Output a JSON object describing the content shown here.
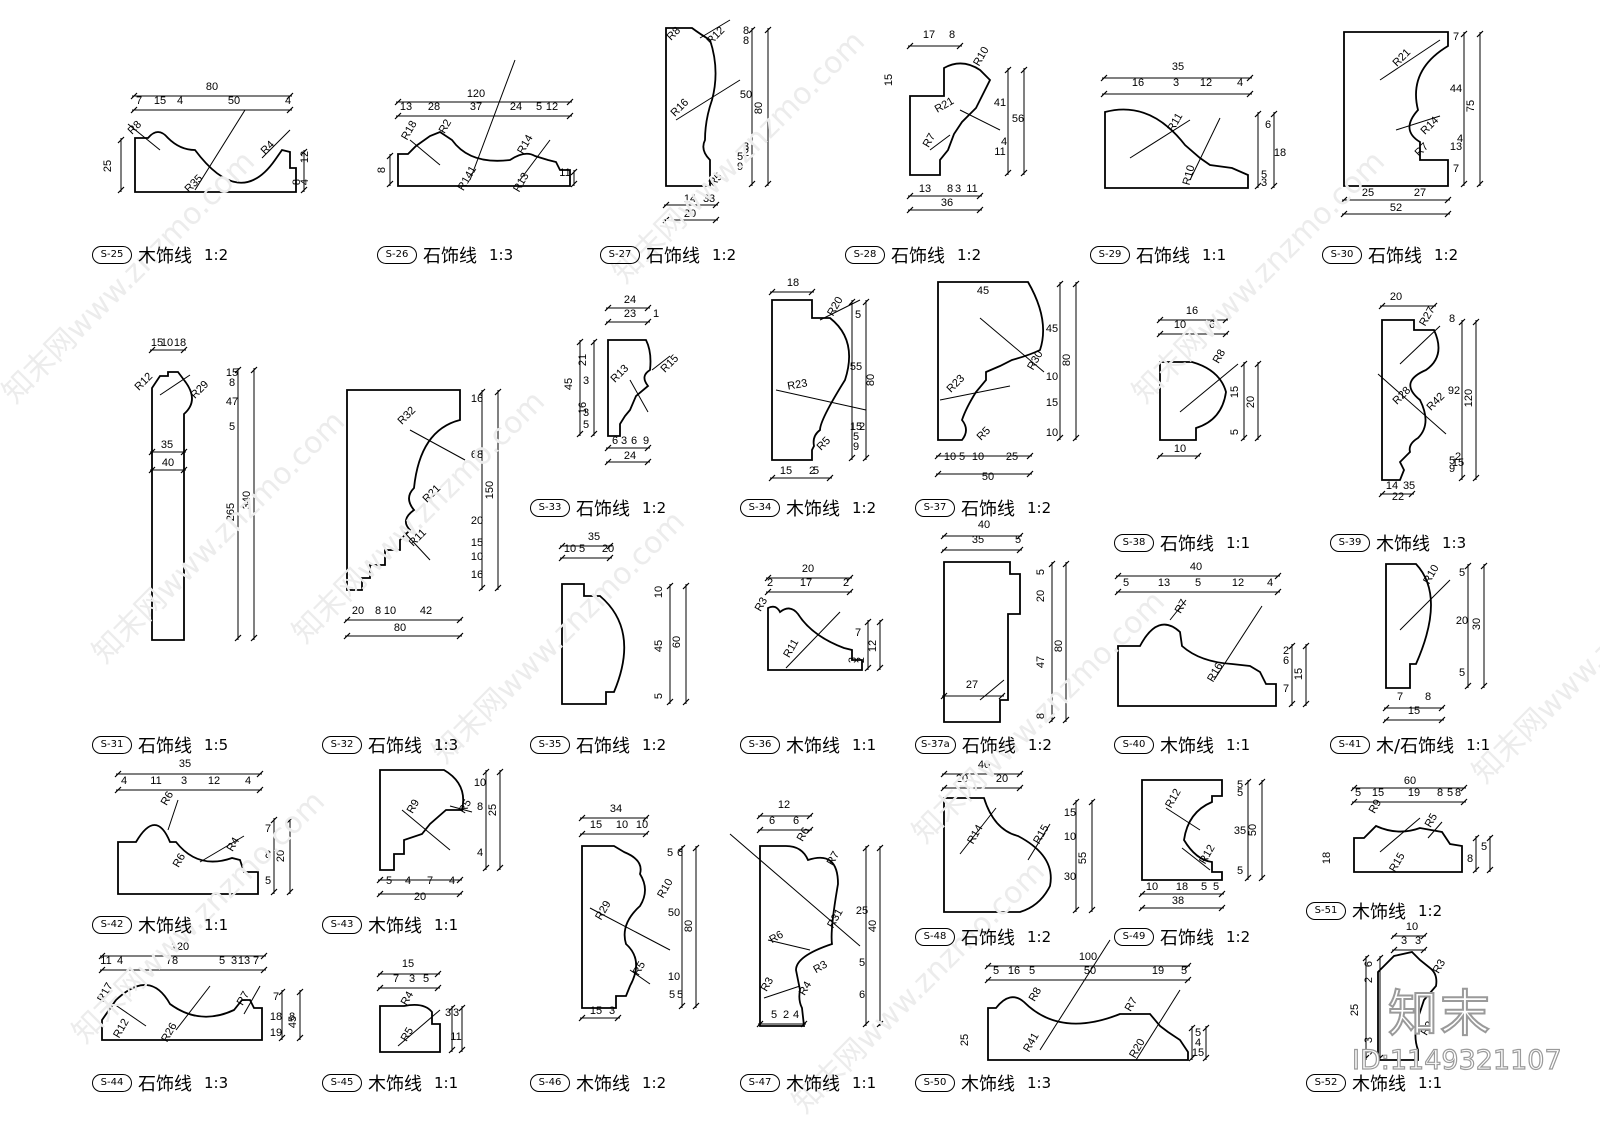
{
  "colors": {
    "line": "#000000",
    "watermark": "#e6e6e6",
    "background": "#ffffff"
  },
  "watermark": {
    "site_text": "知末网www.znzmo.com",
    "brand": "知末",
    "id_text": "ID:1149321107"
  },
  "details": [
    {
      "key": "s25",
      "code": "S-25",
      "title": "木饰线",
      "scale": "1:2",
      "dims": [
        "80",
        "7",
        "15",
        "4",
        "50",
        "4",
        "25",
        "12",
        "8",
        "4"
      ],
      "radii": [
        "R8",
        "R35",
        "R4"
      ]
    },
    {
      "key": "s26",
      "code": "S-26",
      "title": "石饰线",
      "scale": "1:3",
      "dims": [
        "120",
        "13",
        "28",
        "37",
        "24",
        "5",
        "12",
        "8",
        "11"
      ],
      "radii": [
        "R18",
        "R2",
        "R141",
        "R14",
        "R13"
      ]
    },
    {
      "key": "s27",
      "code": "S-27",
      "title": "石饰线",
      "scale": "1:2",
      "dims": [
        "8",
        "8",
        "50",
        "80",
        "5",
        "9",
        "3",
        "2",
        "14",
        "3",
        "3",
        "20"
      ],
      "radii": [
        "R8",
        "R12",
        "R16",
        "R5"
      ]
    },
    {
      "key": "s28",
      "code": "S-28",
      "title": "石饰线",
      "scale": "1:2",
      "dims": [
        "17",
        "8",
        "15",
        "41",
        "56",
        "11",
        "4",
        "13",
        "8",
        "3",
        "11",
        "36"
      ],
      "radii": [
        "R10",
        "R21",
        "R7"
      ]
    },
    {
      "key": "s29",
      "code": "S-29",
      "title": "石饰线",
      "scale": "1:1",
      "dims": [
        "35",
        "16",
        "3",
        "12",
        "4",
        "6",
        "18",
        "5",
        "3"
      ],
      "radii": [
        "R11",
        "R10"
      ]
    },
    {
      "key": "s30",
      "code": "S-30",
      "title": "石饰线",
      "scale": "1:2",
      "dims": [
        "7",
        "44",
        "75",
        "13",
        "4",
        "7",
        "25",
        "27",
        "52"
      ],
      "radii": [
        "R21",
        "R14",
        "R7"
      ]
    },
    {
      "key": "s31",
      "code": "S-31",
      "title": "石饰线",
      "scale": "1:5",
      "dims": [
        "15",
        "10",
        "18",
        "15",
        "8",
        "47",
        "5",
        "35",
        "40",
        "265",
        "340"
      ],
      "radii": [
        "R12",
        "R29"
      ]
    },
    {
      "key": "s32",
      "code": "S-32",
      "title": "石饰线",
      "scale": "1:3",
      "dims": [
        "16",
        "68",
        "150",
        "20",
        "15",
        "10",
        "16",
        "20",
        "8",
        "10",
        "42",
        "80"
      ],
      "radii": [
        "R32",
        "R21",
        "R11"
      ]
    },
    {
      "key": "s33",
      "code": "S-33",
      "title": "石饰线",
      "scale": "1:2",
      "dims": [
        "24",
        "23",
        "1",
        "45",
        "21",
        "3",
        "16",
        "3",
        "5",
        "6",
        "3",
        "6",
        "9",
        "24"
      ],
      "radii": [
        "R13",
        "R15"
      ]
    },
    {
      "key": "s34",
      "code": "S-34",
      "title": "木饰线",
      "scale": "1:2",
      "dims": [
        "18",
        "5",
        "55",
        "80",
        "15",
        "5",
        "9",
        "2",
        "15",
        "2",
        "5"
      ],
      "radii": [
        "R20",
        "R23",
        "R5"
      ]
    },
    {
      "key": "s35",
      "code": "S-35",
      "title": "石饰线",
      "scale": "1:2",
      "dims": [
        "35",
        "10",
        "5",
        "20",
        "10",
        "45",
        "60",
        "5"
      ],
      "radii": []
    },
    {
      "key": "s36",
      "code": "S-36",
      "title": "木饰线",
      "scale": "1:1",
      "dims": [
        "20",
        "2",
        "17",
        "2",
        "7",
        "12",
        "3",
        "2"
      ],
      "radii": [
        "R3",
        "R11"
      ]
    },
    {
      "key": "s37",
      "code": "S-37",
      "title": "石饰线",
      "scale": "1:2",
      "dims": [
        "45",
        "45",
        "80",
        "10",
        "15",
        "10",
        "10",
        "5",
        "10",
        "25",
        "50"
      ],
      "radii": [
        "R30",
        "R23",
        "R5"
      ]
    },
    {
      "key": "s37a",
      "code": "S-37a",
      "title": "石饰线",
      "scale": "1:2",
      "dims": [
        "40",
        "35",
        "5",
        "5",
        "20",
        "80",
        "47",
        "8",
        "27"
      ],
      "radii": []
    },
    {
      "key": "s38",
      "code": "S-38",
      "title": "石饰线",
      "scale": "1:1",
      "dims": [
        "16",
        "10",
        "6",
        "15",
        "20",
        "5",
        "10"
      ],
      "radii": [
        "R8"
      ]
    },
    {
      "key": "s39",
      "code": "S-39",
      "title": "木饰线",
      "scale": "1:3",
      "dims": [
        "20",
        "8",
        "92",
        "120",
        "5",
        "9",
        "15",
        "2",
        "14",
        "3",
        "5",
        "22"
      ],
      "radii": [
        "R27",
        "R28",
        "R42"
      ]
    },
    {
      "key": "s40",
      "code": "S-40",
      "title": "木饰线",
      "scale": "1:1",
      "dims": [
        "40",
        "5",
        "13",
        "5",
        "12",
        "4",
        "2",
        "6",
        "15",
        "7"
      ],
      "radii": [
        "R7",
        "R16"
      ]
    },
    {
      "key": "s41",
      "code": "S-41",
      "title": "木/石饰线",
      "scale": "1:1",
      "dims": [
        "5",
        "20",
        "30",
        "5",
        "7",
        "8",
        "15"
      ],
      "radii": [
        "R10"
      ]
    },
    {
      "key": "s42",
      "code": "S-42",
      "title": "木饰线",
      "scale": "1:1",
      "dims": [
        "35",
        "4",
        "11",
        "3",
        "12",
        "4",
        "7",
        "8",
        "20",
        "5"
      ],
      "radii": [
        "R6",
        "R6",
        "R4"
      ]
    },
    {
      "key": "s43",
      "code": "S-43",
      "title": "木饰线",
      "scale": "1:1",
      "dims": [
        "10",
        "8",
        "25",
        "4",
        "5",
        "4",
        "7",
        "4",
        "20"
      ],
      "radii": [
        "R9",
        "R5"
      ]
    },
    {
      "key": "s44",
      "code": "S-44",
      "title": "石饰线",
      "scale": "1:3",
      "dims": [
        "120",
        "11",
        "4",
        "78",
        "5",
        "3",
        "13",
        "7",
        "7",
        "18",
        "19",
        "8",
        "45"
      ],
      "radii": [
        "R17",
        "R12",
        "R26",
        "R7"
      ]
    },
    {
      "key": "s45",
      "code": "S-45",
      "title": "木饰线",
      "scale": "1:1",
      "dims": [
        "15",
        "7",
        "3",
        "5",
        "3",
        "3",
        "11"
      ],
      "radii": [
        "R4",
        "R5"
      ]
    },
    {
      "key": "s46",
      "code": "S-46",
      "title": "木饰线",
      "scale": "1:2",
      "dims": [
        "34",
        "15",
        "10",
        "10",
        "5",
        "6",
        "50",
        "80",
        "10",
        "5",
        "5",
        "15",
        "3"
      ],
      "radii": [
        "R10",
        "R29",
        "R5"
      ]
    },
    {
      "key": "s47",
      "code": "S-47",
      "title": "木饰线",
      "scale": "1:1",
      "dims": [
        "12",
        "6",
        "6",
        "25",
        "40",
        "5",
        "6",
        "5",
        "2",
        "4"
      ],
      "radii": [
        "R6",
        "R7",
        "R31",
        "R6",
        "R3",
        "R3",
        "R4"
      ]
    },
    {
      "key": "s48",
      "code": "S-48",
      "title": "石饰线",
      "scale": "1:2",
      "dims": [
        "40",
        "20",
        "20",
        "15",
        "10",
        "55",
        "30"
      ],
      "radii": [
        "R14",
        "R15"
      ]
    },
    {
      "key": "s49",
      "code": "S-49",
      "title": "石饰线",
      "scale": "1:2",
      "dims": [
        "5",
        "5",
        "35",
        "50",
        "5",
        "10",
        "18",
        "5",
        "5",
        "38"
      ],
      "radii": [
        "R12",
        "R12"
      ]
    },
    {
      "key": "s50",
      "code": "S-50",
      "title": "木饰线",
      "scale": "1:3",
      "dims": [
        "100",
        "5",
        "16",
        "5",
        "50",
        "19",
        "5",
        "25",
        "5",
        "4",
        "15"
      ],
      "radii": [
        "R8",
        "R41",
        "R7",
        "R20"
      ]
    },
    {
      "key": "s51",
      "code": "S-51",
      "title": "木饰线",
      "scale": "1:2",
      "dims": [
        "60",
        "5",
        "15",
        "19",
        "8",
        "5",
        "8",
        "18",
        "8",
        "5"
      ],
      "radii": [
        "R9",
        "R15",
        "R5"
      ]
    },
    {
      "key": "s52",
      "code": "S-52",
      "title": "木饰线",
      "scale": "1:1",
      "dims": [
        "10",
        "3",
        "3",
        "6",
        "2",
        "25",
        "3",
        "3"
      ],
      "radii": [
        "R3",
        "R2"
      ]
    }
  ]
}
